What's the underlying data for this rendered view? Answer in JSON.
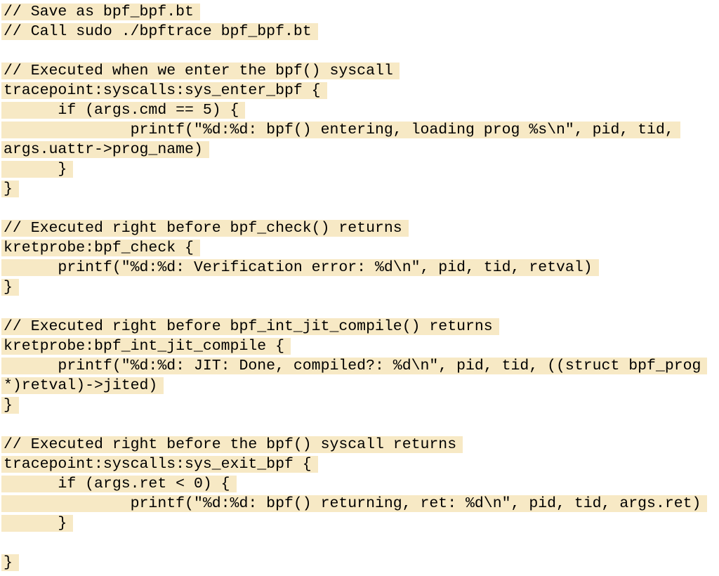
{
  "colors": {
    "highlight": "#f7e9c5",
    "text": "#000000",
    "background": "#ffffff"
  },
  "code": {
    "language": "bpftrace",
    "lines": [
      {
        "text": "// Save as bpf_bpf.bt",
        "highlighted": true
      },
      {
        "text": "// Call sudo ./bpftrace bpf_bpf.bt",
        "highlighted": true
      },
      {
        "text": "",
        "highlighted": false
      },
      {
        "text": "// Executed when we enter the bpf() syscall",
        "highlighted": true
      },
      {
        "text": "tracepoint:syscalls:sys_enter_bpf {",
        "highlighted": true
      },
      {
        "text": "      if (args.cmd == 5) {",
        "highlighted": true
      },
      {
        "text": "              printf(\"%d:%d: bpf() entering, loading prog %s\\n\", pid, tid,",
        "highlighted": true
      },
      {
        "text": "args.uattr->prog_name)",
        "highlighted": true
      },
      {
        "text": "      }",
        "highlighted": true
      },
      {
        "text": "}",
        "highlighted": true
      },
      {
        "text": "",
        "highlighted": false
      },
      {
        "text": "// Executed right before bpf_check() returns",
        "highlighted": true
      },
      {
        "text": "kretprobe:bpf_check {",
        "highlighted": true
      },
      {
        "text": "      printf(\"%d:%d: Verification error: %d\\n\", pid, tid, retval)",
        "highlighted": true
      },
      {
        "text": "}",
        "highlighted": true
      },
      {
        "text": "",
        "highlighted": false
      },
      {
        "text": "// Executed right before bpf_int_jit_compile() returns",
        "highlighted": true
      },
      {
        "text": "kretprobe:bpf_int_jit_compile {",
        "highlighted": true
      },
      {
        "text": "      printf(\"%d:%d: JIT: Done, compiled?: %d\\n\", pid, tid, ((struct bpf_prog",
        "highlighted": true
      },
      {
        "text": "*)retval)->jited)",
        "highlighted": true
      },
      {
        "text": "}",
        "highlighted": true
      },
      {
        "text": "",
        "highlighted": false
      },
      {
        "text": "// Executed right before the bpf() syscall returns",
        "highlighted": true
      },
      {
        "text": "tracepoint:syscalls:sys_exit_bpf {",
        "highlighted": true
      },
      {
        "text": "      if (args.ret < 0) {",
        "highlighted": true
      },
      {
        "text": "              printf(\"%d:%d: bpf() returning, ret: %d\\n\", pid, tid, args.ret)",
        "highlighted": true
      },
      {
        "text": "      }",
        "highlighted": true
      },
      {
        "text": "",
        "highlighted": false
      },
      {
        "text": "}",
        "highlighted": true
      }
    ]
  }
}
